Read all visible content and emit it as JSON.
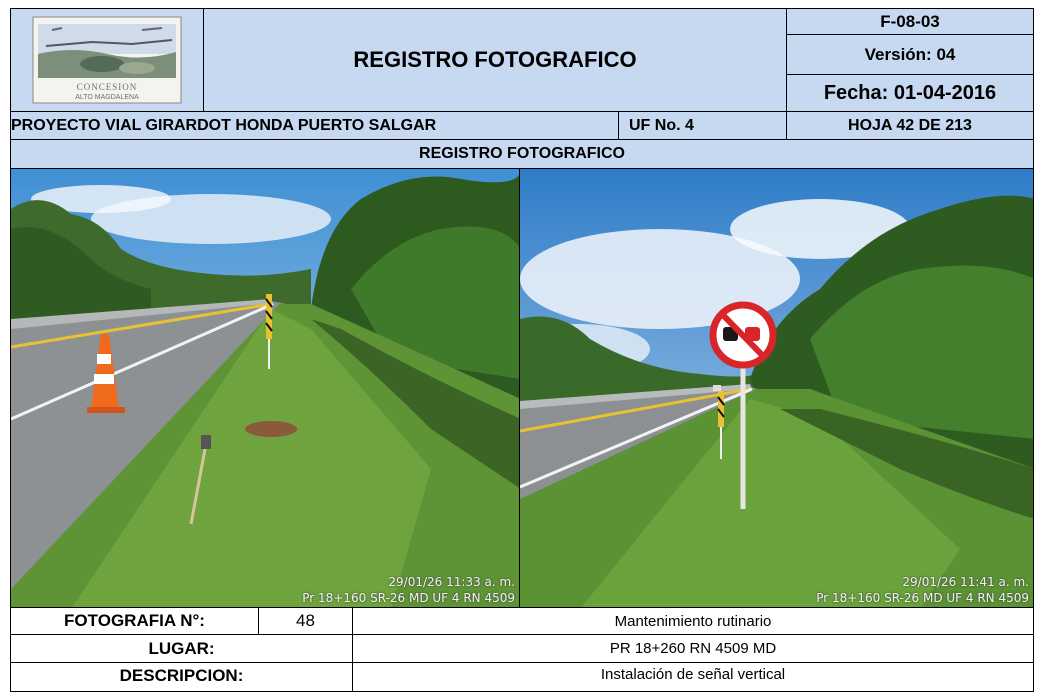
{
  "header": {
    "logo_text_line1": "CONCESION",
    "logo_text_line2": "ALTO MAGDALENA",
    "title": "REGISTRO FOTOGRAFICO",
    "code": "F-08-03",
    "version": "Versión: 04",
    "date": "Fecha: 01-04-2016",
    "project": "PROYECTO VIAL GIRARDOT HONDA PUERTO SALGAR",
    "uf": "UF No. 4",
    "sheet": "HOJA 42 DE 213",
    "section_title": "REGISTRO FOTOGRAFICO"
  },
  "photos": [
    {
      "stamp_time": "29/01/26 11:33 a. m.",
      "stamp_location": "Pr 18+160 SR-26 MD UF 4 RN 4509"
    },
    {
      "stamp_time": "29/01/26 11:41 a. m.",
      "stamp_location": "Pr 18+160 SR-26 MD UF 4 RN 4509"
    }
  ],
  "details": {
    "photo_number_label": "FOTOGRAFIA N°:",
    "photo_number": "48",
    "activity": "Mantenimiento rutinario",
    "place_label": "LUGAR:",
    "place": "PR 18+260 RN 4509 MD",
    "description_label": "DESCRIPCION:",
    "description": "Instalación de señal vertical"
  },
  "colors": {
    "header_fill": "#c6d9f1",
    "border": "#000000"
  }
}
